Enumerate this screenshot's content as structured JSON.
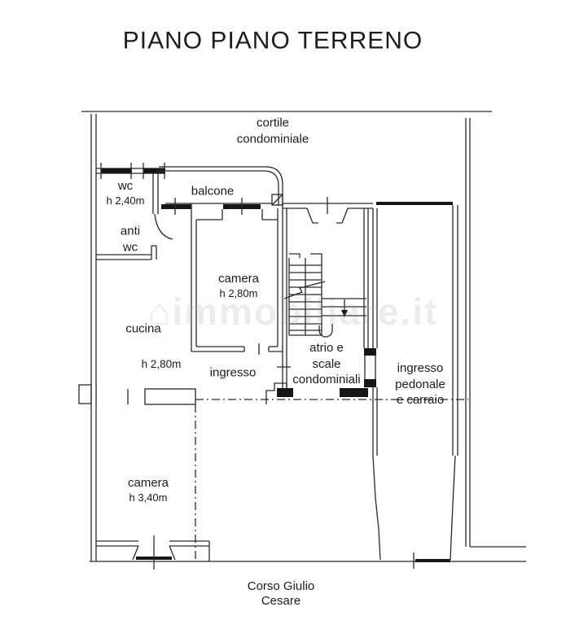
{
  "title": "PIANO PIANO TERRENO",
  "watermark": {
    "icon": "⌂",
    "text": "immobiliare.it"
  },
  "street": {
    "line1": "Corso Giulio",
    "line2": "Cesare"
  },
  "rooms": {
    "courtyard": {
      "line1": "cortile",
      "line2": "condominiale"
    },
    "wc": {
      "name": "wc",
      "height": "h 2,40m"
    },
    "balcony": {
      "name": "balcone"
    },
    "anti_wc": {
      "line1": "anti",
      "line2": "wc"
    },
    "camera_top": {
      "name": "camera",
      "height": "h 2,80m"
    },
    "kitchen": {
      "name": "cucina",
      "height": "h 2,80m"
    },
    "hall": {
      "name": "ingresso"
    },
    "atrium": {
      "line1": "atrio e",
      "line2": "scale",
      "line3": "condominiali"
    },
    "driveway": {
      "line1": "ingresso",
      "line2": "pedonale",
      "line3": "e carraio"
    },
    "camera_bottom": {
      "name": "camera",
      "height": "h 3,40m"
    }
  },
  "colors": {
    "line": "#2a2a2a",
    "fill": "#161616"
  }
}
